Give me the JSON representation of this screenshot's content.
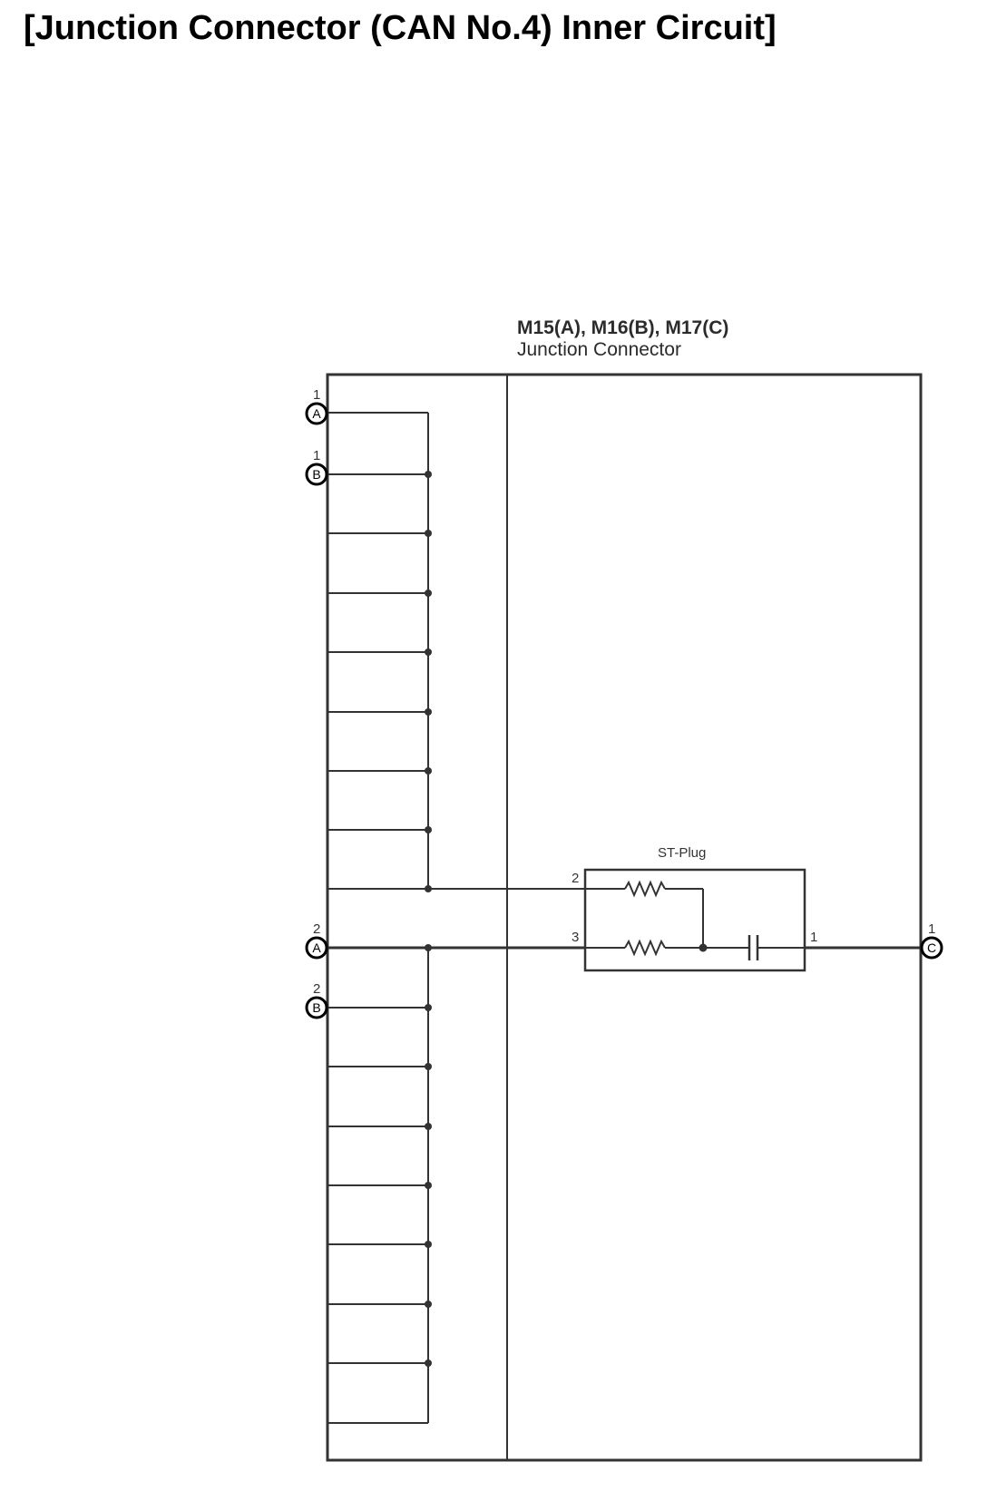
{
  "title": "[Junction Connector (CAN No.4) Inner Circuit]",
  "connector": {
    "part_numbers": "M15(A), M16(B), M17(C)",
    "description": "Junction Connector"
  },
  "terminals": [
    {
      "connector": "A",
      "pin": "1"
    },
    {
      "connector": "B",
      "pin": "1"
    },
    {
      "connector": "A",
      "pin": "2"
    },
    {
      "connector": "B",
      "pin": "2"
    },
    {
      "connector": "C",
      "pin": "1"
    }
  ],
  "st_plug": {
    "label": "ST-Plug",
    "pins": [
      "2",
      "3",
      "1"
    ]
  },
  "colors": {
    "line": "#333333",
    "text": "#2b2b2b"
  }
}
